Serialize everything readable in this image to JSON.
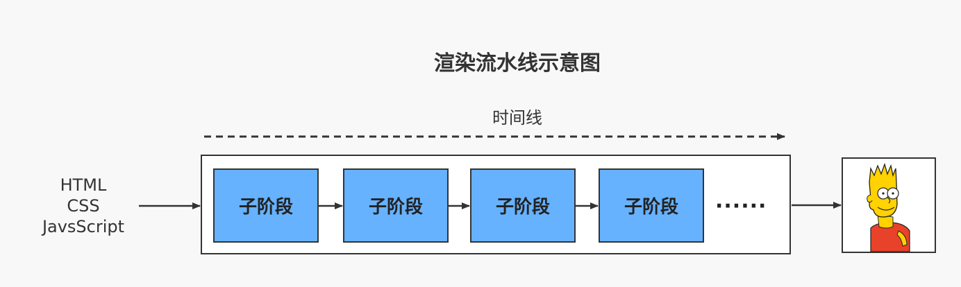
{
  "diagram": {
    "title": "渲染流水线示意图",
    "timeline_label": "时间线",
    "inputs": [
      "HTML",
      "CSS",
      "JavsScript"
    ],
    "stages": [
      "子阶段",
      "子阶段",
      "子阶段",
      "子阶段"
    ],
    "ellipsis": "······",
    "colors": {
      "stage_fill": "#66b2ff",
      "stroke": "#333333",
      "background": "#f8f8f8"
    },
    "output_icon": "cartoon-character-icon"
  }
}
